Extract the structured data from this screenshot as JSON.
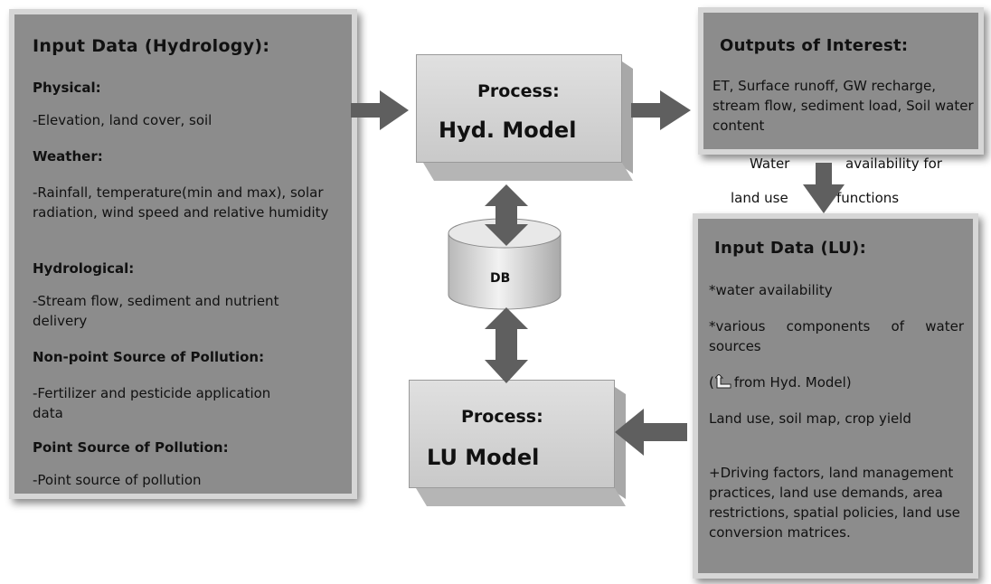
{
  "input_hydrology": {
    "title": "Input Data (Hydrology):",
    "sections": [
      {
        "heading": "Physical:",
        "text": "-Elevation, land cover, soil"
      },
      {
        "heading": "Weather:",
        "text": "-Rainfall, temperature(min and max), solar radiation, wind speed and relative humidity"
      },
      {
        "heading": "Hydrological:",
        "text": "-Stream flow, sediment and nutrient delivery"
      },
      {
        "heading": "Non-point Source of Pollution:",
        "text": "-Fertilizer and pesticide application data"
      },
      {
        "heading": "Point Source of Pollution:",
        "text": "-Point source of pollution"
      }
    ]
  },
  "hyd_process": {
    "label": "Process:",
    "name": "Hyd. Model"
  },
  "lu_process": {
    "label": "Process:",
    "name": "LU Model"
  },
  "database": {
    "label": "DB"
  },
  "outputs": {
    "title": "Outputs of Interest:",
    "text": "ET, Surface runoff, GW recharge, stream flow, sediment load, Soil water content"
  },
  "connector_label": {
    "line1a": "Water",
    "line1b": "availability for",
    "line2a": "land use",
    "line2b": "functions"
  },
  "input_lu": {
    "title": "Input Data (LU):",
    "item1": "*water availability",
    "item2": "*various components of water sources",
    "item3_prefix": "(",
    "item3_suffix": "from Hyd. Model)",
    "item4": "Land use, soil map, crop yield",
    "item5": "+Driving factors, land management practices, land use demands, area restrictions, spatial policies, land use conversion matrices."
  },
  "colors": {
    "panel": "#8c8c8c",
    "arrow": "#5f5f5f",
    "box": "#d0d0d0"
  }
}
